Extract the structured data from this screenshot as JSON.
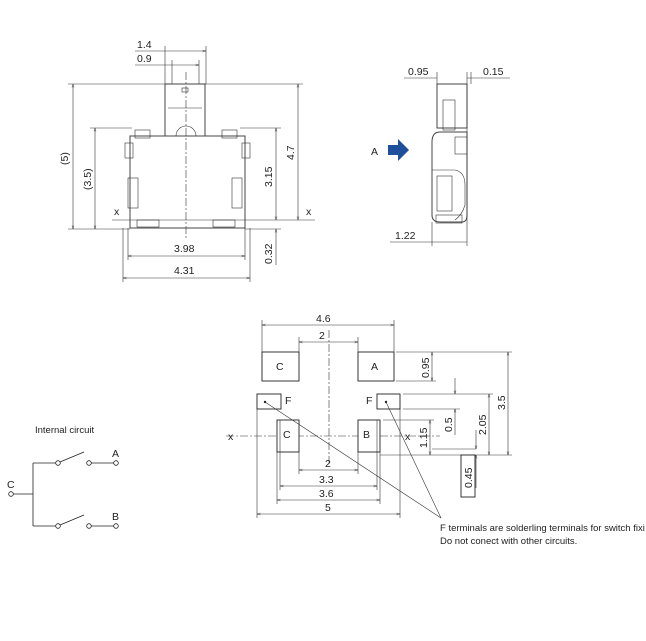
{
  "top_view": {
    "dims": {
      "d_1_4": "1.4",
      "d_0_9": "0.9",
      "d_5": "(5)",
      "d_3_5": "(3.5)",
      "d_4_7": "4.7",
      "d_3_15": "3.15",
      "d_0_32": "0.32",
      "d_3_98": "3.98",
      "d_4_31": "4.31"
    },
    "axis_label": "x"
  },
  "side_view": {
    "dims": {
      "d_0_95": "0.95",
      "d_0_15": "0.15",
      "d_1_22": "1.22"
    },
    "arrow_label": "A",
    "arrow_color": "#1f4e9c"
  },
  "footprint": {
    "dims": {
      "d_4_6": "4.6",
      "d_2_top": "2",
      "d_2_bottom": "2",
      "d_3_3": "3.3",
      "d_3_6": "3.6",
      "d_5": "5",
      "d_0_95": "0.95",
      "d_3_5": "3.5",
      "d_2_05": "2.05",
      "d_0_5": "0.5",
      "d_1_15": "1.15",
      "d_0_45": "0.45"
    },
    "pads": {
      "c_top": "C",
      "a_top": "A",
      "f_left": "F",
      "f_right": "F",
      "c_bottom": "C",
      "b_bottom": "B"
    },
    "axis_label": "x",
    "note_line1": "F terminals are solderling terminals for switch fixi",
    "note_line2": "Do not conect with other circuits."
  },
  "circuit": {
    "title": "Internal circuit",
    "terminals": {
      "c": "C",
      "a": "A",
      "b": "B"
    }
  }
}
